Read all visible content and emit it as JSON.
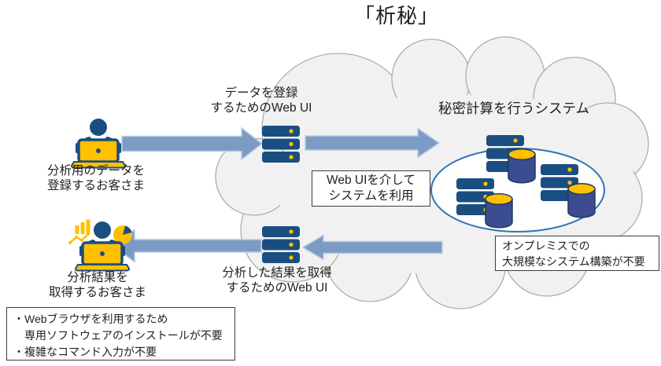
{
  "title": "「析秘」",
  "cloud": {
    "system_label": "秘密計算を行うシステム"
  },
  "flow": {
    "register_customer": "分析用のデータを\n登録するお客さま",
    "register_webui": "データを登録\nするためのWeb UI",
    "result_webui": "分析した結果を取得\nするためのWeb UI",
    "result_customer": "分析結果を\n取得するお客さま"
  },
  "callouts": {
    "webui_usage": "Web UIを介して\nシステムを利用",
    "onpremise": "オンプレミスでの\n大規模なシステム構築が不要",
    "notes": "・Webブラウザを利用するため\n　専用ソフトウェアのインストールが不要\n・複雑なコマンド入力が不要"
  },
  "icons": {
    "cloud": "cloud-shape",
    "register_customer": "person-at-laptop-icon",
    "result_customer": "person-at-laptop-with-charts-icon",
    "register_server": "server-stack-icon",
    "result_server": "server-stack-icon",
    "cluster_nodes": "server-with-database-icon",
    "arrows": "block-arrow-icon"
  },
  "colors": {
    "navy": "#1B4E80",
    "gold": "#FFC000",
    "cylinder_blue": "#3C4C90",
    "arrow_fill": "#7C9BC4",
    "arrow_edge": "#BACCE3",
    "cloud_fill": "#F1F1F1",
    "cloud_stroke": "#ADADAD",
    "ellipse_stroke": "#2E75B6",
    "text": "#1F1F1F"
  }
}
